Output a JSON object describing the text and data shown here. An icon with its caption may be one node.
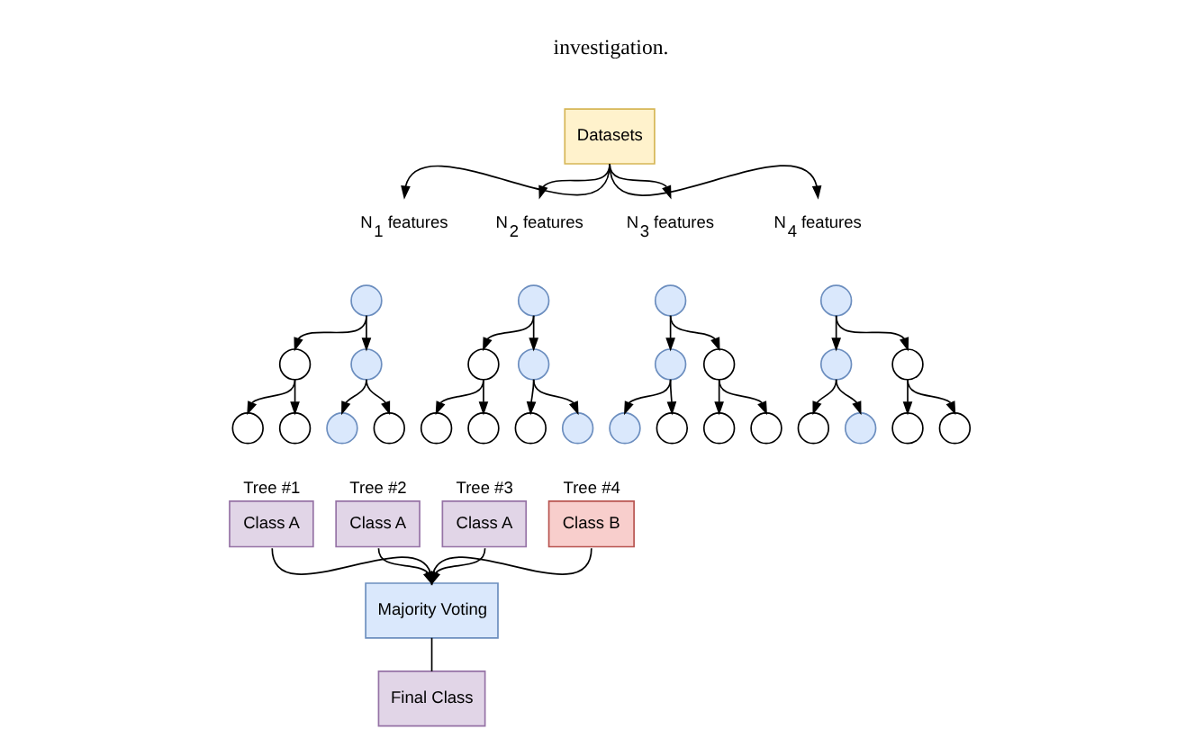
{
  "diagram": {
    "nodes": [
      {
        "text": [
          "Datasets"
        ]
      },
      {
        "text": [
          "N$_{1}$ features"
        ]
      },
      {
        "text": [
          "N$_{2}$ features"
        ]
      },
      {
        "text": [
          "N$_{3}$ features"
        ]
      },
      {
        "text": [
          "N$_{4}$ features"
        ]
      },
      {
        "text": [],
        "shape": "circle"
      },
      {
        "text": [],
        "shape": "circle"
      },
      {
        "text": [],
        "shape": "circle"
      },
      {
        "text": [],
        "shape": "circle"
      },
      {
        "text": [],
        "shape": "circle"
      },
      {
        "text": [],
        "shape": "circle"
      },
      {
        "text": [],
        "shape": "circle"
      },
      {
        "text": [],
        "shape": "circle"
      },
      {
        "text": [],
        "shape": "circle"
      },
      {
        "text": [],
        "shape": "circle"
      },
      {
        "text": [],
        "shape": "circle"
      },
      {
        "text": [],
        "shape": "circle"
      },
      {
        "text": [],
        "shape": "circle"
      },
      {
        "text": [],
        "shape": "circle"
      },
      {
        "text": [],
        "shape": "circle"
      },
      {
        "text": [],
        "shape": "circle"
      },
      {
        "text": [],
        "shape": "circle"
      },
      {
        "text": [],
        "shape": "circle"
      },
      {
        "text": [],
        "shape": "circle"
      },
      {
        "text": [],
        "shape": "circle"
      },
      {
        "text": [],
        "shape": "circle"
      },
      {
        "text": [],
        "shape": "circle"
      },
      {
        "text": [],
        "shape": "circle"
      },
      {
        "text": [],
        "shape": "circle"
      },
      {
        "text": [],
        "shape": "circle"
      },
      {
        "text": [],
        "shape": "circle"
      },
      {
        "text": [],
        "shape": "circle"
      },
      {
        "text": [],
        "shape": "circle"
      },
      {
        "text": [
          "Class A"
        ],
        "beside": [
          "Tree #1"
        ]
      },
      {
        "text": [
          "Class A"
        ],
        "beside": [
          "Tree #2"
        ]
      },
      {
        "text": [
          "Class A"
        ],
        "beside": [
          "Tree #3"
        ]
      },
      {
        "text": [
          "Class B"
        ],
        "beside": [
          "Tree #4"
        ]
      },
      {
        "text": [
          "Majority Voting"
        ]
      },
      {
        "text": [
          "Final Class"
        ]
      }
    ],
    "edges": [
      {
        "from": 0,
        "to": 1,
        "arrow": "to"
      },
      {
        "from": 0,
        "to": 2,
        "arrow": "to"
      },
      {
        "from": 0,
        "to": 3,
        "arrow": "to"
      },
      {
        "from": 0,
        "to": 4,
        "arrow": "to"
      },
      {
        "from": 5,
        "to": 6,
        "arrow": "to"
      },
      {
        "from": 5,
        "to": 7,
        "arrow": "to"
      },
      {
        "from": 6,
        "to": 8,
        "arrow": "to"
      },
      {
        "from": 6,
        "to": 9,
        "arrow": "to"
      },
      {
        "from": 7,
        "to": 10,
        "arrow": "to"
      },
      {
        "from": 7,
        "to": 11,
        "arrow": "to"
      },
      {
        "from": 12,
        "to": 13,
        "arrow": "to"
      },
      {
        "from": 12,
        "to": 14,
        "arrow": "to"
      },
      {
        "from": 13,
        "to": 15,
        "arrow": "to"
      },
      {
        "from": 13,
        "to": 16,
        "arrow": "to"
      },
      {
        "from": 14,
        "to": 17,
        "arrow": "to"
      },
      {
        "from": 14,
        "to": 18,
        "arrow": "to"
      },
      {
        "from": 19,
        "to": 20,
        "arrow": "to"
      },
      {
        "from": 19,
        "to": 21,
        "arrow": "to"
      },
      {
        "from": 20,
        "to": 22,
        "arrow": "to"
      },
      {
        "from": 20,
        "to": 23,
        "arrow": "to"
      },
      {
        "from": 21,
        "to": 24,
        "arrow": "to"
      },
      {
        "from": 21,
        "to": 25,
        "arrow": "to"
      },
      {
        "from": 26,
        "to": 27,
        "arrow": "to"
      },
      {
        "from": 26,
        "to": 28,
        "arrow": "to"
      },
      {
        "from": 27,
        "to": 29,
        "arrow": "to"
      },
      {
        "from": 27,
        "to": 30,
        "arrow": "to"
      },
      {
        "from": 28,
        "to": 31,
        "arrow": "to"
      },
      {
        "from": 28,
        "to": 32,
        "arrow": "to"
      },
      {
        "from": 33,
        "to": 37,
        "arrow": "to"
      },
      {
        "from": 34,
        "to": 37,
        "arrow": "to"
      },
      {
        "from": 35,
        "to": 37,
        "arrow": "to"
      },
      {
        "from": 36,
        "to": 37,
        "arrow": "to"
      },
      {
        "from": 37,
        "to": 38,
        "arrow": "none"
      }
    ],
    "labels": [
      "investigation."
    ]
  }
}
